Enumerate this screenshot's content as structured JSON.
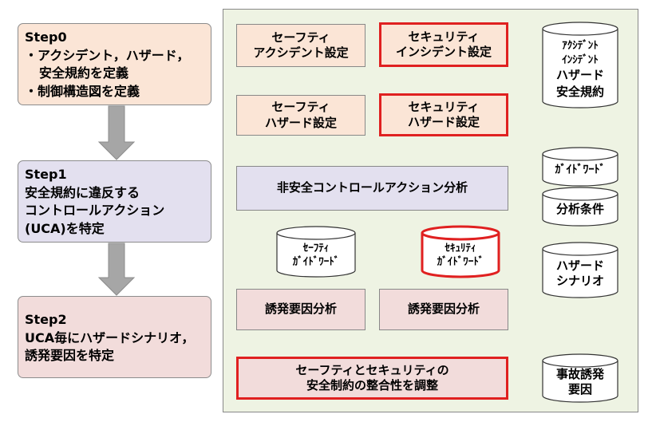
{
  "steps": [
    {
      "title": "Step0",
      "lines": [
        "・アクシデント，ハザード，",
        "安全規約を定義",
        "・制御構造図を定義"
      ]
    },
    {
      "title": "Step1",
      "lines": [
        "安全規約に違反する",
        "コントロールアクション",
        "(UCA)を特定"
      ]
    },
    {
      "title": "Step2",
      "lines": [
        "UCA毎にハザードシナリオ，",
        "誘発要因を特定"
      ]
    }
  ],
  "process": {
    "safety_accident": [
      "セーフティ",
      "アクシデント設定"
    ],
    "security_incident": [
      "セキュリティ",
      "インシデント設定"
    ],
    "safety_hazard": [
      "セーフティ",
      "ハザード設定"
    ],
    "security_hazard": [
      "セキュリティ",
      "ハザード設定"
    ],
    "uca_analysis": "非安全コントロールアクション分析",
    "factor_analysis_left": "誘発要因分析",
    "factor_analysis_right": "誘発要因分析",
    "consistency": [
      "セーフティとセキュリティの",
      "安全制約の整合性を調整"
    ]
  },
  "data_stores": {
    "inputs_top": [
      "ｱｸｼﾃﾞﾝﾄ",
      "ｲﾝｼﾃﾞﾝﾄ",
      "ハザード",
      "安全規約"
    ],
    "guideword": "ｶﾞｲﾄﾞﾜｰﾄﾞ",
    "analysis_conditions": "分析条件",
    "safety_guideword": [
      "ｾｰﾌﾃｨ",
      "ｶﾞｲﾄﾞﾜｰﾄﾞ"
    ],
    "security_guideword": [
      "ｾｷｭﾘﾃｨ",
      "ｶﾞｲﾄﾞﾜｰﾄﾞ"
    ],
    "hazard_scenario": [
      "ハザード",
      "シナリオ"
    ],
    "accident_factors": [
      "事故誘発",
      "要因"
    ]
  },
  "colors": {
    "step0_fill": "#fbe5d6",
    "step1_fill": "#e3e0ef",
    "step2_fill": "#f2dcdb",
    "panel_fill": "#eef3e3",
    "highlight_red": "#e02020",
    "input_arrow_blue": "#4f81bd",
    "step_arrow_gray": "#a6a6a6"
  }
}
